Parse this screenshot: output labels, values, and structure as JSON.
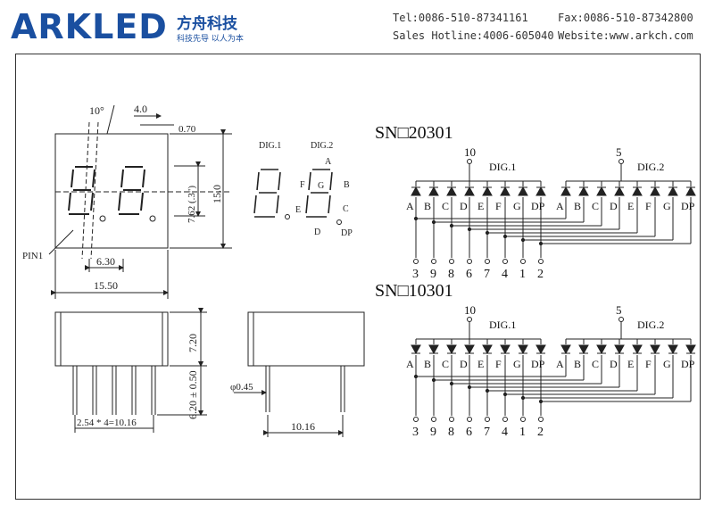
{
  "header": {
    "logo_text": "ARKLED",
    "brand_cn": "方舟科技",
    "slogan_cn": "科技先导  以人为本",
    "tel": "Tel:0086-510-87341161",
    "fax": "Fax:0086-510-87342800",
    "hotline": "Sales Hotline:4006-605040",
    "website": "Website:www.arkch.com"
  },
  "front_view": {
    "angle": "10°",
    "digit_pitch": "4.0",
    "seg_width": "0.70",
    "digit_height": "7.62 (.3\")",
    "body_height": "15.0",
    "pin1": "PIN1",
    "pin_span": "6.30",
    "body_width": "15.50"
  },
  "side_view": {
    "body_h": "7.20",
    "pin_len": "6.20 ± 0.50",
    "pin_pitch": "2.54 * 4=10.16",
    "pin_dia": "φ0.45",
    "row_spacing": "10.16"
  },
  "segment_labels": {
    "dig1": "DIG.1",
    "dig2": "DIG.2",
    "a": "A",
    "b": "B",
    "c": "C",
    "d": "D",
    "e": "E",
    "f": "F",
    "g": "G",
    "dp": "DP"
  },
  "circuits": [
    {
      "title": "SN□20301",
      "common_left": "10",
      "common_right": "5",
      "dig1": "DIG.1",
      "dig2": "DIG.2",
      "segments": [
        "A",
        "B",
        "C",
        "D",
        "E",
        "F",
        "G",
        "DP"
      ],
      "pins": [
        "3",
        "9",
        "8",
        "6",
        "7",
        "4",
        "1",
        "2"
      ]
    },
    {
      "title": "SN□10301",
      "common_left": "10",
      "common_right": "5",
      "dig1": "DIG.1",
      "dig2": "DIG.2",
      "segments": [
        "A",
        "B",
        "C",
        "D",
        "E",
        "F",
        "G",
        "DP"
      ],
      "pins": [
        "3",
        "9",
        "8",
        "6",
        "7",
        "4",
        "1",
        "2"
      ]
    }
  ]
}
